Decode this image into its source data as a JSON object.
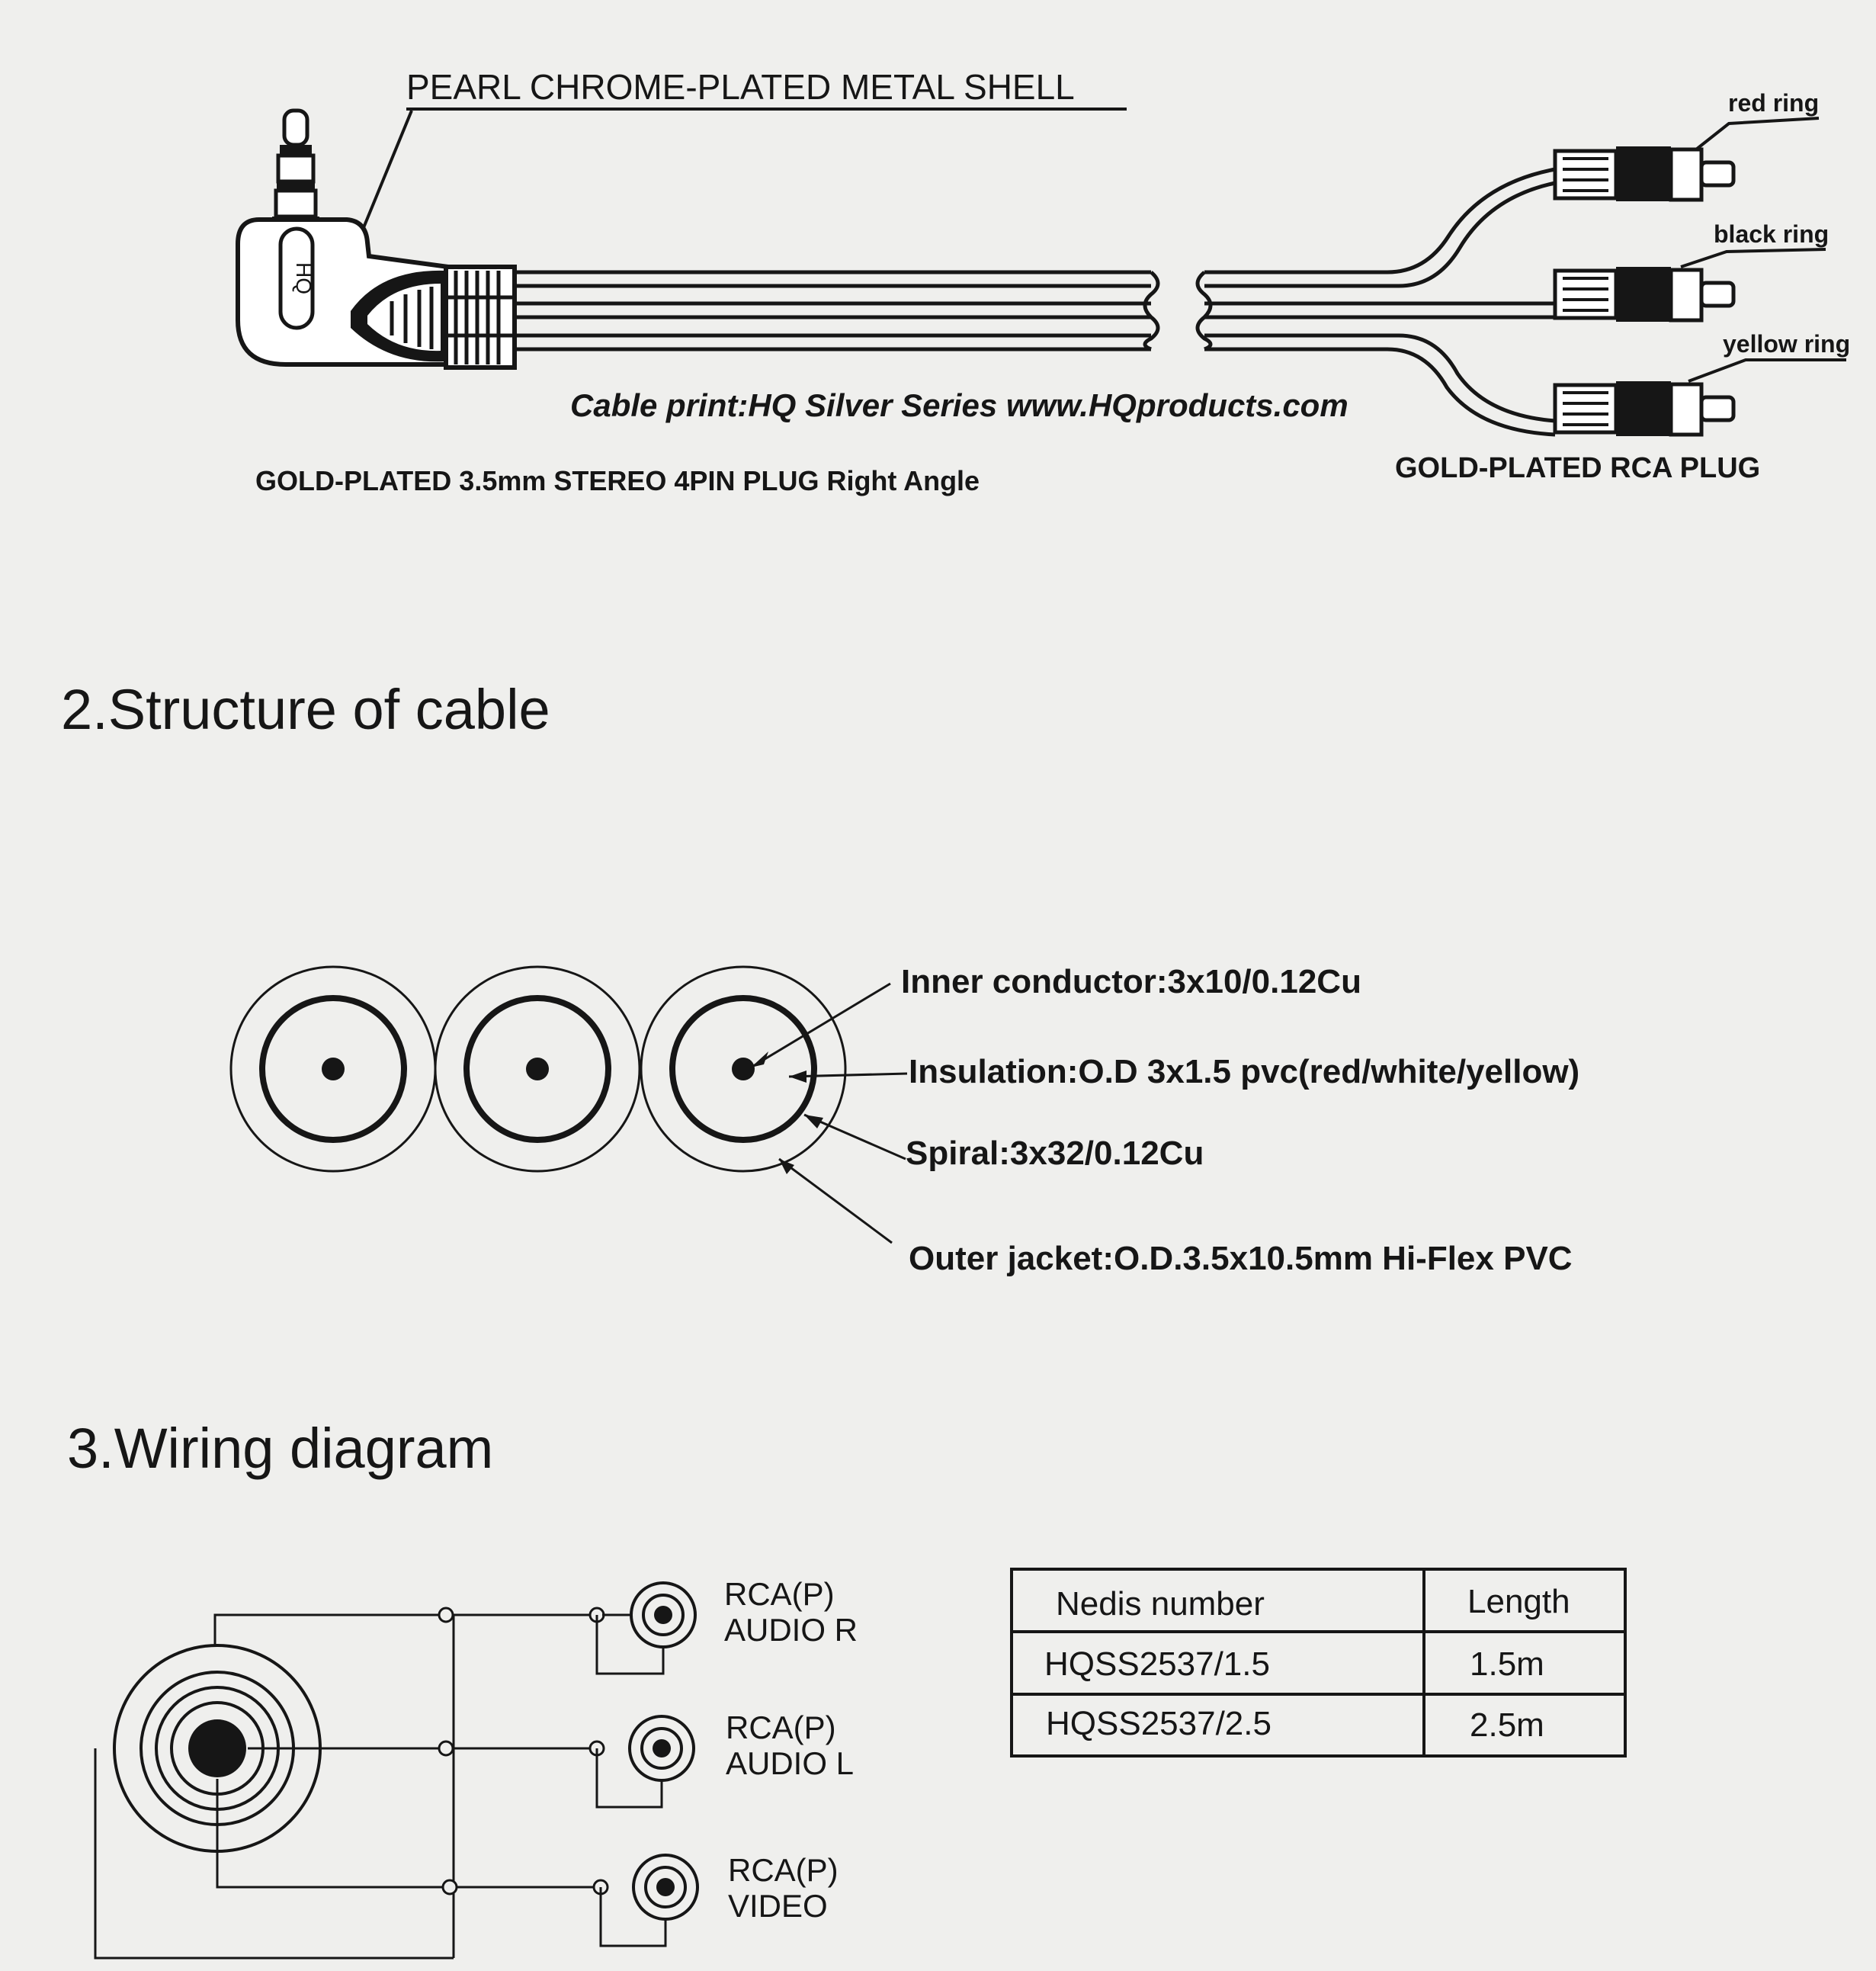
{
  "top": {
    "shell_label": "PEARL CHROME-PLATED METAL SHELL",
    "plug_brand": "HQ",
    "cable_print": "Cable print:HQ Silver Series www.HQproducts.com",
    "plug_label": "GOLD-PLATED 3.5mm STEREO 4PIN PLUG Right Angle",
    "rca_label": "GOLD-PLATED RCA PLUG",
    "rings": [
      "red ring",
      "black ring",
      "yellow ring"
    ]
  },
  "structure": {
    "heading": "2.Structure of cable",
    "callouts": [
      "Inner conductor:3x10/0.12Cu",
      "Insulation:O.D 3x1.5 pvc(red/white/yellow)",
      "Spiral:3x32/0.12Cu",
      "Outer jacket:O.D.3.5x10.5mm Hi-Flex  PVC"
    ]
  },
  "wiring": {
    "heading": "3.Wiring diagram",
    "connectors": [
      {
        "line1": "RCA(P)",
        "line2": "AUDIO R"
      },
      {
        "line1": "RCA(P)",
        "line2": "AUDIO L"
      },
      {
        "line1": "RCA(P)",
        "line2": "VIDEO"
      }
    ]
  },
  "table": {
    "headers": [
      "Nedis number",
      "Length"
    ],
    "rows": [
      [
        "HQSS2537/1.5",
        "1.5m"
      ],
      [
        "HQSS2537/2.5",
        "2.5m"
      ]
    ]
  }
}
